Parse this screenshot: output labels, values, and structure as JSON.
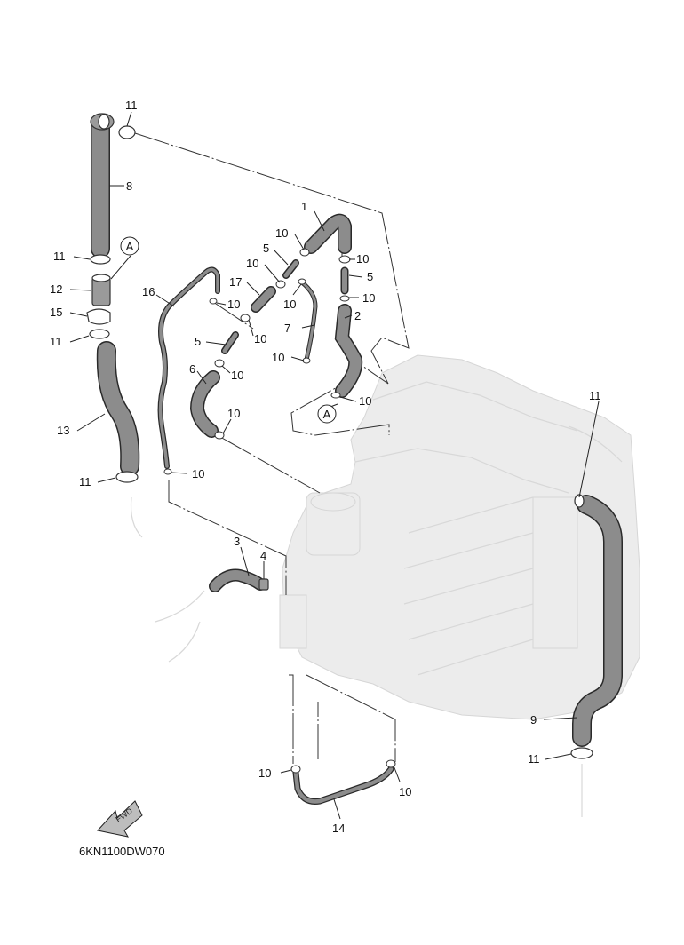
{
  "diagram_code": "6KN1100DW070",
  "fwd_label": "FWD",
  "callout_ref": "A",
  "part_numbers": {
    "p1": "1",
    "p2": "2",
    "p3": "3",
    "p4": "4",
    "p5a": "5",
    "p5b": "5",
    "p5c": "5",
    "p6": "6",
    "p7": "7",
    "p8": "8",
    "p9": "9",
    "p10a": "10",
    "p10b": "10",
    "p10c": "10",
    "p10d": "10",
    "p10e": "10",
    "p10f": "10",
    "p10g": "10",
    "p10h": "10",
    "p10i": "10",
    "p10j": "10",
    "p10k": "10",
    "p10l": "10",
    "p10m": "10",
    "p10n": "10",
    "p11a": "11",
    "p11b": "11",
    "p11c": "11",
    "p11d": "11",
    "p11e": "11",
    "p11f": "11",
    "p12": "12",
    "p13": "13",
    "p14": "14",
    "p15": "15",
    "p16": "16",
    "p17": "17"
  }
}
